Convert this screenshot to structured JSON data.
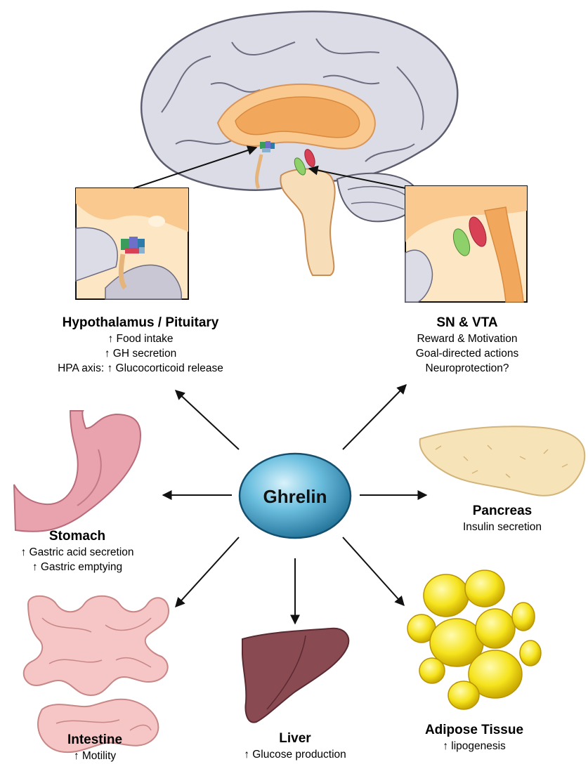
{
  "hub": {
    "label": "Ghrelin"
  },
  "targets": {
    "hypothalamus": {
      "title": "Hypothalamus / Pituitary",
      "lines": [
        "↑ Food intake",
        "↑ GH secretion",
        "HPA axis: ↑ Glucocorticoid release"
      ]
    },
    "sn_vta": {
      "title": "SN & VTA",
      "lines": [
        "Reward & Motivation",
        "Goal-directed actions",
        "Neuroprotection?"
      ]
    },
    "stomach": {
      "title": "Stomach",
      "lines": [
        "↑ Gastric acid secretion",
        "↑ Gastric emptying"
      ]
    },
    "pancreas": {
      "title": "Pancreas",
      "lines": [
        "Insulin  secretion"
      ]
    },
    "intestine": {
      "title": "Intestine",
      "lines": [
        "↑ Motility"
      ]
    },
    "liver": {
      "title": "Liver",
      "lines": [
        "↑ Glucose production"
      ]
    },
    "adipose": {
      "title": "Adipose Tissue",
      "lines": [
        "↑ lipogenesis"
      ]
    }
  },
  "colors": {
    "hub_fill": "#4aa3c8",
    "brain_cortex": "#dcdce6",
    "brain_core": "#f9c98f",
    "stomach": "#e9a3ae",
    "intestine": "#f6c5c5",
    "liver": "#8a4a52",
    "pancreas": "#f7e3b8",
    "adipose": "#f2e21a"
  }
}
